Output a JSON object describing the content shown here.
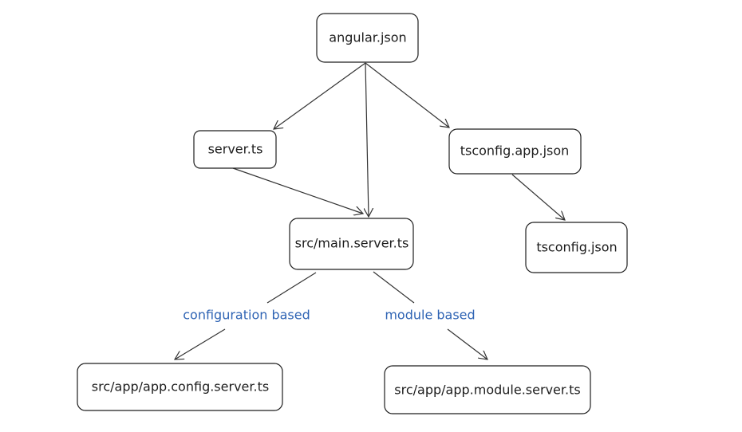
{
  "nodes": {
    "angular_json": "angular.json",
    "server_ts": "server.ts",
    "tsconfig_app_json": "tsconfig.app.json",
    "main_server_ts": "src/main.server.ts",
    "tsconfig_json": "tsconfig.json",
    "app_config_server_ts": "src/app/app.config.server.ts",
    "app_module_server_ts": "src/app/app.module.server.ts"
  },
  "edge_labels": {
    "configuration_based": "configuration based",
    "module_based": "module based"
  }
}
